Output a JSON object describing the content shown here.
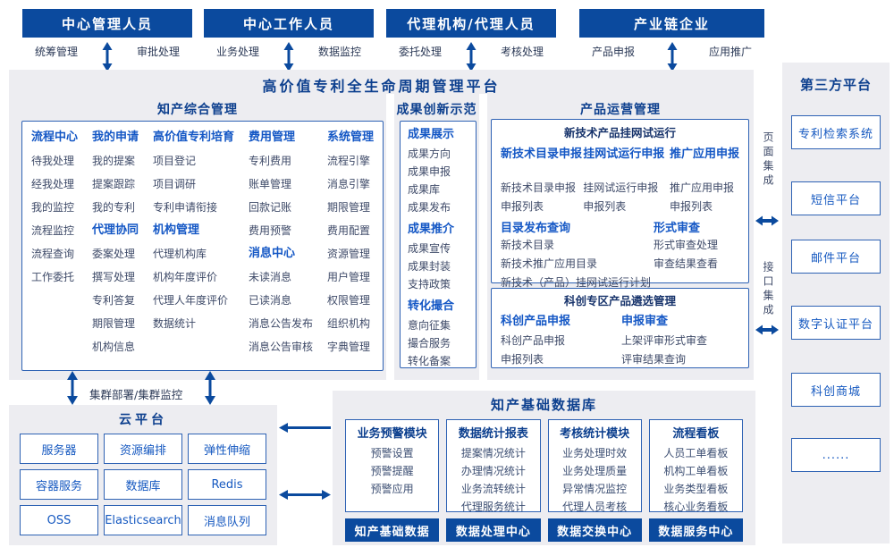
{
  "platform_title": "高价值专利全生命周期管理平台",
  "roles": [
    {
      "name": "中心管理人员",
      "left": "统筹管理",
      "right": "审批处理"
    },
    {
      "name": "中心工作人员",
      "left": "业务处理",
      "right": "数据监控"
    },
    {
      "name": "代理机构/代理人员",
      "left": "委托处理",
      "right": "考核处理"
    },
    {
      "name": "产业链企业",
      "left": "产品申报",
      "right": "应用推广"
    }
  ],
  "ip_management": {
    "title": "知产综合管理",
    "flow_center": {
      "header": "流程中心",
      "items": [
        "待我处理",
        "经我处理",
        "我的监控",
        "流程监控",
        "流程查询",
        "工作委托"
      ]
    },
    "my_application": {
      "header": "我的申请",
      "items": [
        "我的提案",
        "提案跟踪",
        "我的专利"
      ]
    },
    "agency_collab": {
      "header": "代理协同",
      "items": [
        "委案处理",
        "撰写处理",
        "专利答复",
        "期限管理",
        "机构信息"
      ]
    },
    "cultivation": {
      "header": "高价值专利培育",
      "items": [
        "项目登记",
        "项目调研",
        "专利申请衔接"
      ]
    },
    "org_management": {
      "header": "机构管理",
      "items": [
        "代理机构库",
        "机构年度评价",
        "代理人年度评价",
        "数据统计"
      ]
    },
    "fee_management": {
      "header": "费用管理",
      "items": [
        "专利费用",
        "账单管理",
        "回款记账",
        "费用预警"
      ]
    },
    "message_center": {
      "header": "消息中心",
      "items": [
        "未读消息",
        "已读消息",
        "消息公告发布",
        "消息公告审核"
      ]
    },
    "system_management": {
      "header": "系统管理",
      "items": [
        "流程引擎",
        "消息引擎",
        "期限管理",
        "费用配置",
        "资源管理",
        "用户管理",
        "权限管理",
        "组织机构",
        "字典管理"
      ]
    }
  },
  "achievement": {
    "title": "成果创新示范",
    "groups": [
      {
        "header": "成果展示",
        "items": [
          "成果方向",
          "成果申报",
          "成果库",
          "成果发布"
        ]
      },
      {
        "header": "成果推介",
        "items": [
          "成果宣传",
          "成果封装",
          "支持政策"
        ]
      },
      {
        "header": "转化撮合",
        "items": [
          "意向征集",
          "撮合服务",
          "转化备案"
        ]
      }
    ]
  },
  "product_ops": {
    "title": "产品运营管理",
    "trial": {
      "title": "新技术产品挂网试运行",
      "row1": [
        {
          "header": "新技术目录申报",
          "items": [
            "新技术目录申报",
            "申报列表"
          ]
        },
        {
          "header": "挂网试运行申报",
          "items": [
            "挂网试运行申报",
            "申报列表"
          ]
        },
        {
          "header": "推广应用申报",
          "items": [
            "推广应用申报",
            "申报列表"
          ]
        }
      ],
      "catalog": {
        "header": "目录发布查询",
        "items": [
          "新技术目录",
          "新技术推广应用目录",
          "新技术（产品）挂网试运行计划"
        ]
      },
      "formal_review": {
        "header": "形式审查",
        "items": [
          "形式审查处理",
          "审查结果查看"
        ]
      }
    },
    "selection": {
      "title": "科创专区产品遴选管理",
      "groups": [
        {
          "header": "科创产品申报",
          "items": [
            "科创产品申报",
            "申报列表"
          ]
        },
        {
          "header": "申报审查",
          "items": [
            "上架评审形式审查",
            "评审结果查询"
          ]
        }
      ]
    }
  },
  "third_party": {
    "title": "第三方平台",
    "platforms": [
      "专利检索系统",
      "短信平台",
      "邮件平台",
      "数字认证平台",
      "科创商城",
      "......"
    ]
  },
  "integration": {
    "page": "页面集成",
    "interface": "接口集成"
  },
  "cluster_label": "集群部署/集群监控",
  "cloud": {
    "title": "云平台",
    "services": [
      "服务器",
      "资源编排",
      "弹性伸缩",
      "容器服务",
      "数据库",
      "Redis",
      "OSS",
      "Elasticsearch",
      "消息队列"
    ]
  },
  "data_base": {
    "title": "知产基础数据库",
    "modules": [
      {
        "header": "业务预警模块",
        "items": [
          "预警设置",
          "预警提醒",
          "预警应用"
        ]
      },
      {
        "header": "数据统计报表",
        "items": [
          "提案情况统计",
          "办理情况统计",
          "业务流转统计",
          "代理服务统计"
        ]
      },
      {
        "header": "考核统计模块",
        "items": [
          "业务处理时效",
          "业务处理质量",
          "异常情况监控",
          "代理人员考核"
        ]
      },
      {
        "header": "流程看板",
        "items": [
          "人员工单看板",
          "机构工单看板",
          "业务类型看板",
          "核心业务看板"
        ]
      }
    ],
    "centers": [
      "知产基础数据",
      "数据处理中心",
      "数据交换中心",
      "数据服务中心"
    ]
  },
  "colors": {
    "primary_dark_blue": "#0b4a9e",
    "accent_blue": "#1558c0",
    "title_navy": "#0c3f8e",
    "panel_gray": "#ededf1",
    "box_border_blue": "#2e62b4",
    "body_text": "#3e4a68"
  }
}
